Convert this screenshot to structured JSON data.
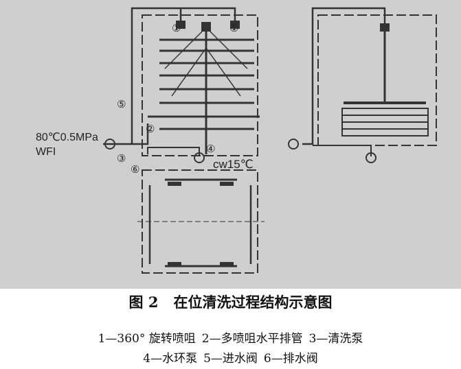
{
  "figure": {
    "spec_label": "80℃0.5MPa",
    "medium_label": "WFI",
    "cooling_label": "cw15℃",
    "markers": [
      "①",
      "①",
      "②",
      "③",
      "④",
      "⑤",
      "⑥"
    ]
  },
  "caption": {
    "number": "图 2",
    "title": "在位清洗过程结构示意图"
  },
  "legend": {
    "items": [
      "1—360° 旋转喷咀",
      "2—多喷咀水平排管",
      "3—清洗泵",
      "4—水环泵",
      "5—进水阀",
      "6—排水阀"
    ]
  },
  "colors": {
    "figure_background": "#cfcfcf",
    "line": "#333333",
    "text": "#111111"
  }
}
